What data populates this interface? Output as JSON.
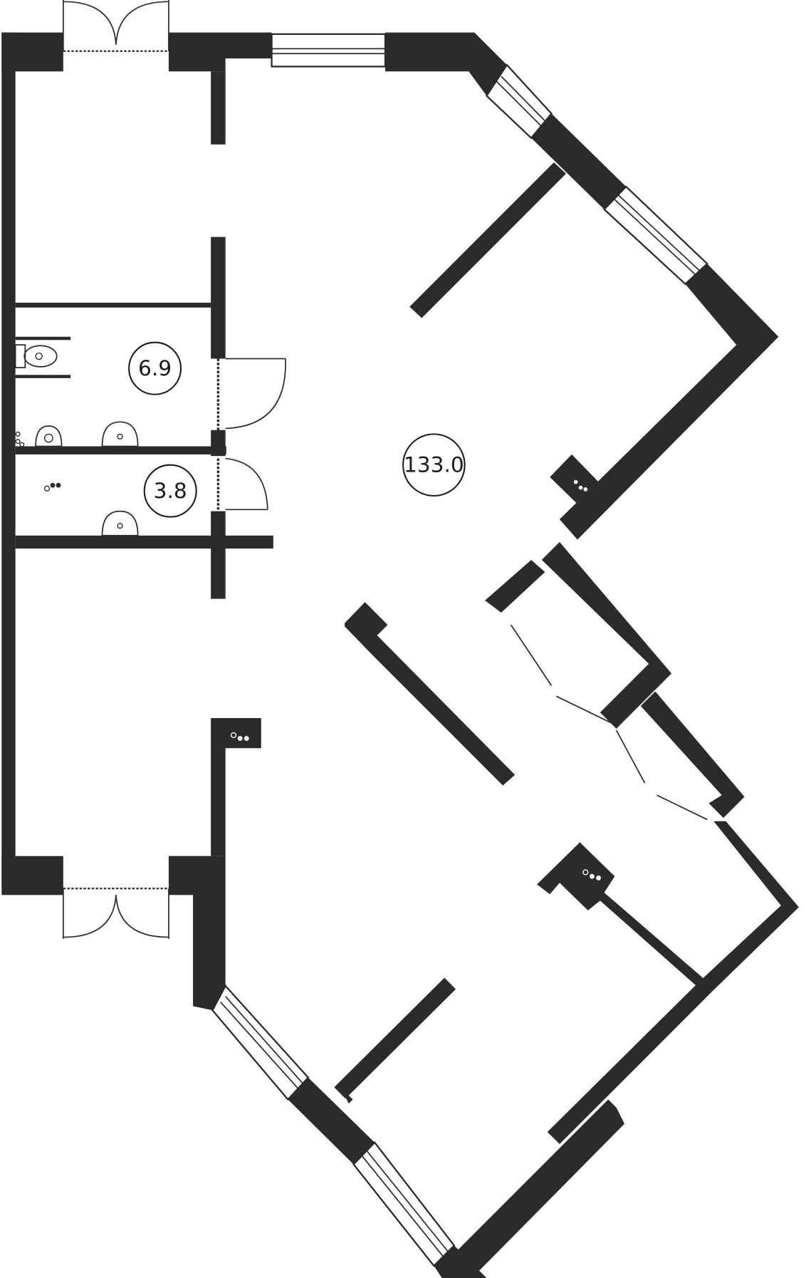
{
  "plan": {
    "rooms": [
      {
        "id": "main-hall",
        "area": "133.0"
      },
      {
        "id": "bathroom-large",
        "area": "6.9"
      },
      {
        "id": "bathroom-small",
        "area": "3.8"
      }
    ]
  },
  "colors": {
    "wall": "#2b2b2b",
    "background": "#ffffff",
    "label_ring": "#1a1a1a"
  }
}
